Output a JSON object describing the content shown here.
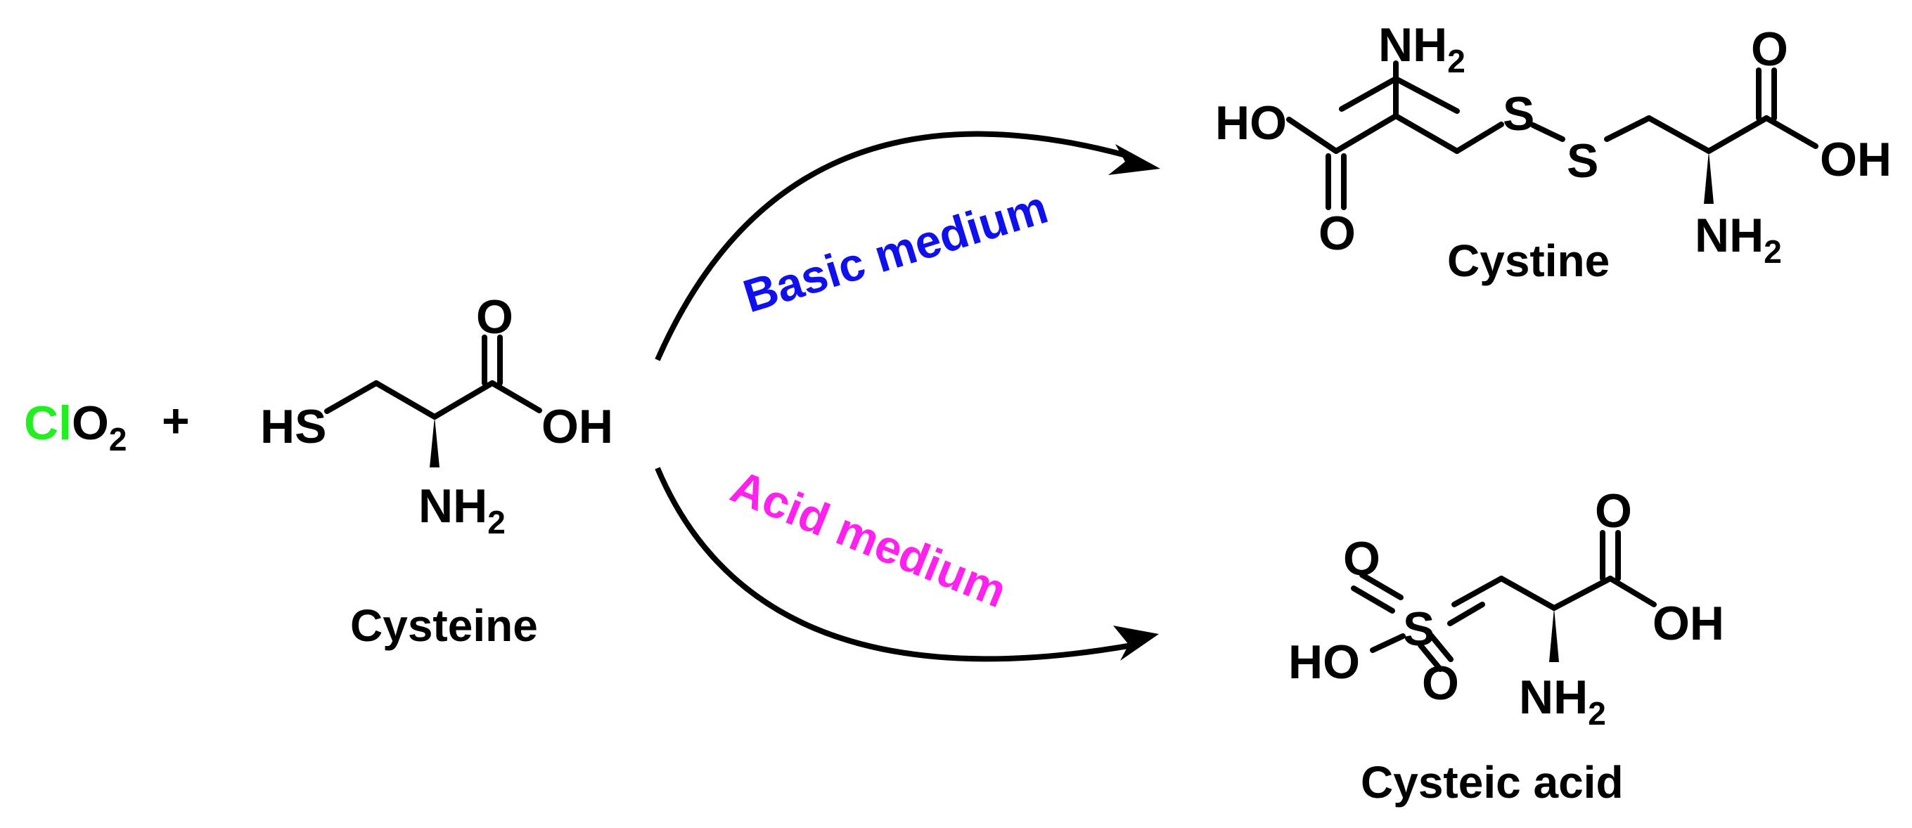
{
  "reagent": {
    "cl": "Cl",
    "o": "O",
    "sub": "2",
    "plus": "+",
    "cl_color": "#22EE22"
  },
  "cysteine": {
    "name": "Cysteine",
    "hs": "HS",
    "o": "O",
    "oh": "OH",
    "nh": "NH",
    "nh_sub": "2"
  },
  "cystine": {
    "name": "Cystine",
    "nh_top": "NH",
    "nh_top_sub": "2",
    "ho": "HO",
    "o_bottom": "O",
    "s1": "S",
    "s2": "S",
    "o_top": "O",
    "oh": "OH",
    "nh_bottom": "NH",
    "nh_bottom_sub": "2"
  },
  "cysteic_acid": {
    "name": "Cysteic acid",
    "o_upper": "O",
    "s": "S",
    "ho": "HO",
    "o_lower": "O",
    "o_carbonyl": "O",
    "oh": "OH",
    "nh": "NH",
    "nh_sub": "2"
  },
  "conditions": {
    "basic": "Basic medium",
    "basic_color": "#1010EE",
    "acid": "Acid medium",
    "acid_color": "#FF22EE"
  }
}
